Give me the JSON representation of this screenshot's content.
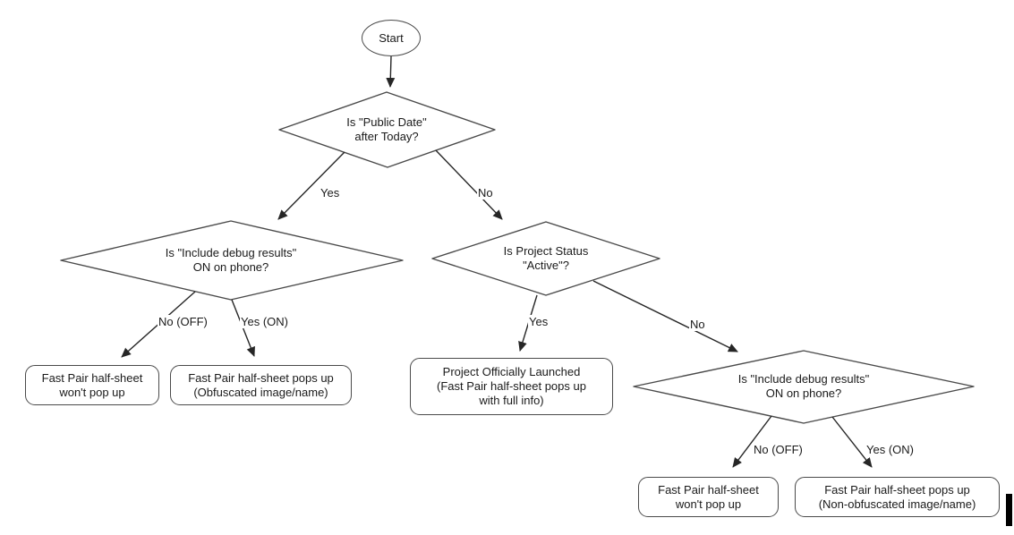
{
  "diagram": {
    "type": "flowchart",
    "nodes": {
      "start": {
        "shape": "ellipse",
        "label": "Start"
      },
      "public_date": {
        "shape": "decision",
        "lines": [
          "Is \"Public Date\"",
          "after Today?"
        ]
      },
      "debug_left": {
        "shape": "decision",
        "lines": [
          "Is \"Include debug results\"",
          "ON on phone?"
        ]
      },
      "project_status": {
        "shape": "decision",
        "lines": [
          "Is Project Status",
          "\"Active\"?"
        ]
      },
      "debug_right": {
        "shape": "decision",
        "lines": [
          "Is \"Include debug results\"",
          "ON on phone?"
        ]
      },
      "no_popup_left": {
        "shape": "terminal",
        "lines": [
          "Fast Pair half-sheet",
          "won't pop up"
        ]
      },
      "obfuscated": {
        "shape": "terminal",
        "lines": [
          "Fast Pair half-sheet pops up",
          "(Obfuscated image/name)"
        ]
      },
      "launched": {
        "shape": "terminal",
        "lines": [
          "Project Officially Launched",
          "(Fast Pair half-sheet pops up",
          "with full info)"
        ]
      },
      "no_popup_right": {
        "shape": "terminal",
        "lines": [
          "Fast Pair half-sheet",
          "won't pop up"
        ]
      },
      "non_obfuscated": {
        "shape": "terminal",
        "lines": [
          "Fast Pair half-sheet pops up",
          "(Non-obfuscated image/name)"
        ]
      }
    },
    "edge_labels": {
      "public_date_yes": "Yes",
      "public_date_no": "No",
      "debug_left_no": "No (OFF)",
      "debug_left_yes": "Yes (ON)",
      "project_status_yes": "Yes",
      "project_status_no": "No",
      "debug_right_no": "No (OFF)",
      "debug_right_yes": "Yes (ON)"
    },
    "colors": {
      "shape_stroke": "#4a4a4a",
      "edge_line": "#262626",
      "text": "#1a1a1a",
      "fill": "#ffffff"
    }
  }
}
